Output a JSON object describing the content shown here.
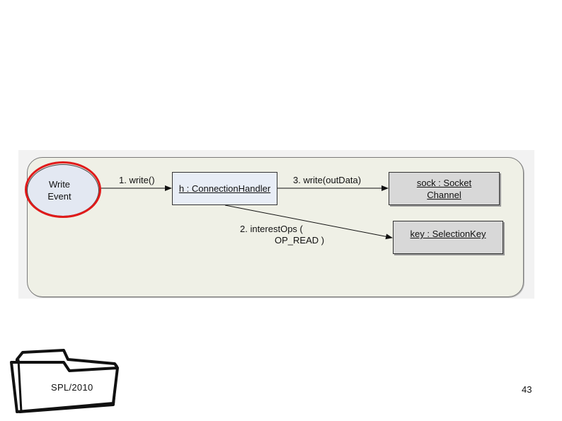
{
  "diagram": {
    "nodes": {
      "event": {
        "line1": "Write",
        "line2": "Event"
      },
      "handler": {
        "label": "h : ConnectionHandler"
      },
      "socket": {
        "line1": "sock : Socket",
        "line2": "Channel"
      },
      "selection_key": {
        "label": "key : SelectionKey"
      }
    },
    "messages": {
      "m1": "1. write()",
      "m2_line1": "2. interestOps (",
      "m2_line2": "OP_READ )",
      "m3": "3. write(outData)"
    },
    "highlight_color": "#e01a1a"
  },
  "footer": {
    "folder_label": "SPL/2010",
    "page_number": "43"
  }
}
